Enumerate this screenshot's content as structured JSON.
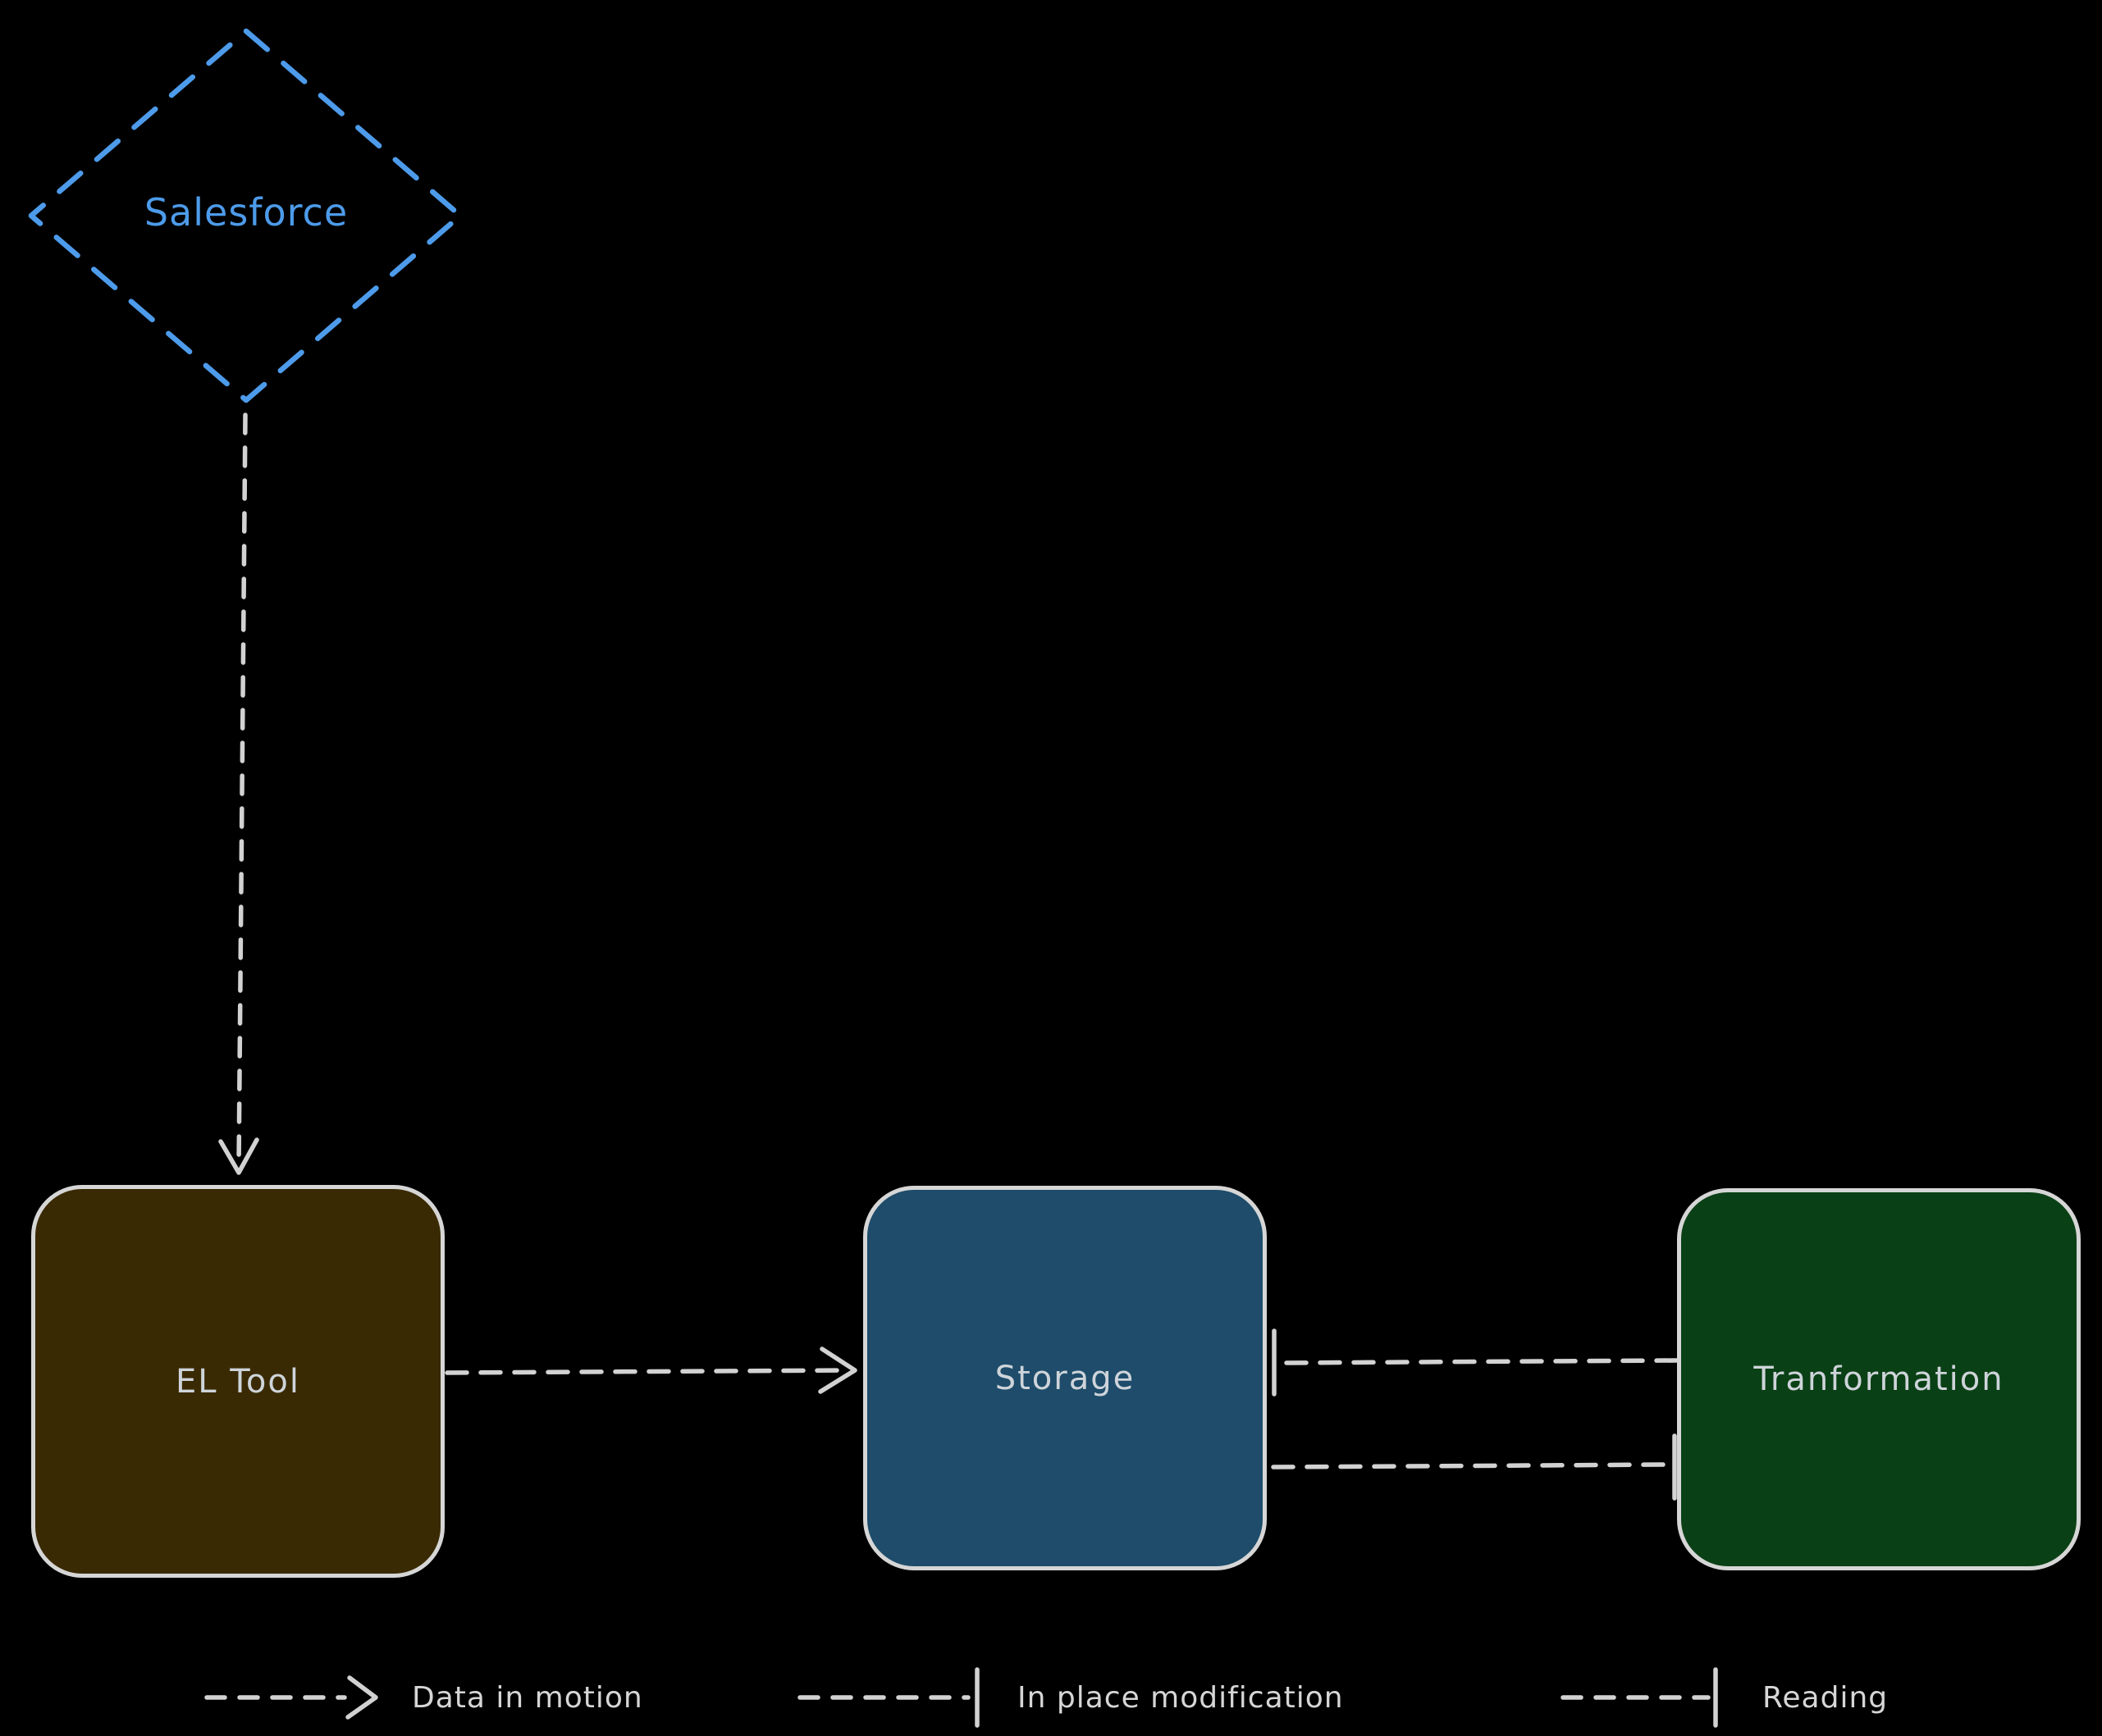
{
  "diagram": {
    "background": "#000000",
    "connector_color": "#d2d2d2",
    "box_stroke_color": "#d6d6d6",
    "label_color": "#ced4da",
    "accent_blue": "#4d9bea",
    "nodes": [
      {
        "id": "salesforce",
        "label": "Salesforce",
        "shape": "diamond",
        "fill": "none",
        "stroke": "#4d9bea",
        "style": "dashed"
      },
      {
        "id": "el-tool",
        "label": "EL Tool",
        "shape": "rect",
        "fill": "#3a2a03",
        "stroke": "#d6d6d6",
        "style": "solid"
      },
      {
        "id": "storage",
        "label": "Storage",
        "shape": "rect",
        "fill": "#1e4c6a",
        "stroke": "#d6d6d6",
        "style": "solid"
      },
      {
        "id": "transformation",
        "label": "Tranformation",
        "shape": "rect",
        "fill": "#0a4015",
        "stroke": "#d6d6d6",
        "style": "solid"
      }
    ],
    "edges": [
      {
        "from": "salesforce",
        "to": "el-tool",
        "kind": "data-in-motion",
        "end": "arrow"
      },
      {
        "from": "el-tool",
        "to": "storage",
        "kind": "data-in-motion",
        "end": "arrow"
      },
      {
        "from": "transformation",
        "to": "storage",
        "kind": "in-place-modification",
        "end": "bar-at-storage"
      },
      {
        "from": "storage",
        "to": "transformation",
        "kind": "reading",
        "end": "bar-at-transformation"
      }
    ],
    "legend": [
      {
        "marker": "dashed-arrow",
        "label": "Data in motion"
      },
      {
        "marker": "dashed-bar",
        "label": "In place modification"
      },
      {
        "marker": "dashed-bar",
        "label": "Reading"
      }
    ]
  }
}
